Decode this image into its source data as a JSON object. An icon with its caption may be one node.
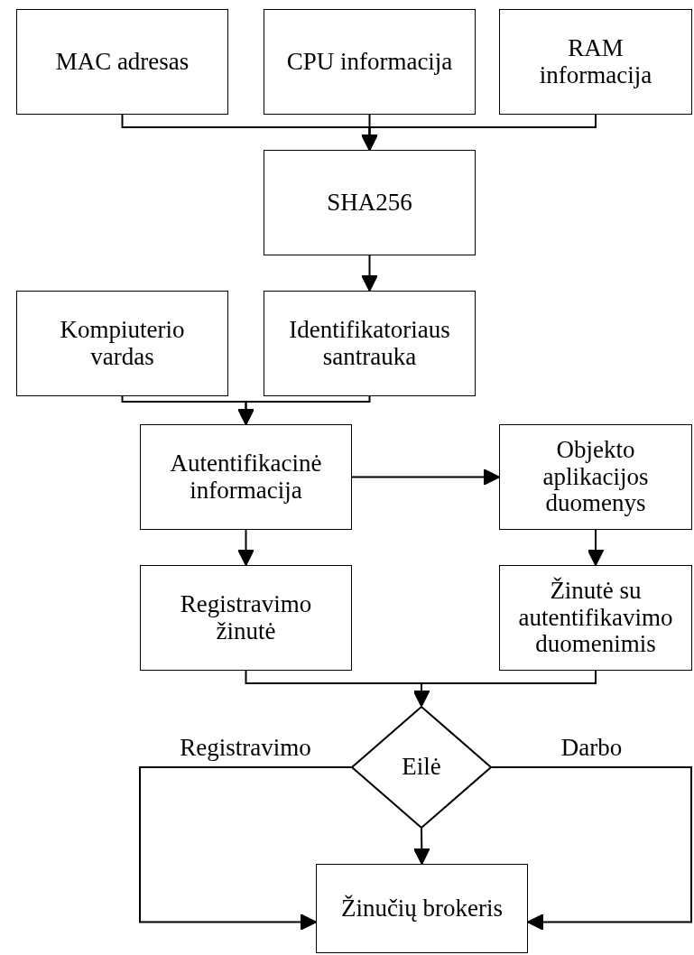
{
  "diagram": {
    "nodes": [
      {
        "text": [
          "MAC adresas"
        ]
      },
      {
        "text": [
          "CPU informacija"
        ]
      },
      {
        "text": [
          "RAM informacija"
        ]
      },
      {
        "text": [
          "SHA256"
        ]
      },
      {
        "text": [
          "Kompiuterio vardas"
        ]
      },
      {
        "text": [
          "Identifikatoriaus santrauka"
        ]
      },
      {
        "text": [
          "Autentifikacinė informacija"
        ]
      },
      {
        "text": [
          "Objekto aplikacijos duomenys"
        ]
      },
      {
        "text": [
          "Registravimo žinutė"
        ]
      },
      {
        "text": [
          "Žinutė su autentifikavimo duomenimis"
        ]
      },
      {
        "text": [
          "Eilė"
        ]
      },
      {
        "text": [
          "Žinučių brokeris"
        ]
      }
    ],
    "edges": [
      {
        "from": 0,
        "to": 3,
        "arrow": "to"
      },
      {
        "from": 1,
        "to": 3,
        "arrow": "to"
      },
      {
        "from": 2,
        "to": 3,
        "arrow": "to"
      },
      {
        "from": 3,
        "to": 5,
        "arrow": "to"
      },
      {
        "from": 4,
        "to": 6,
        "arrow": "to"
      },
      {
        "from": 5,
        "to": 6,
        "arrow": "to"
      },
      {
        "from": 6,
        "to": 7,
        "arrow": "to"
      },
      {
        "from": 6,
        "to": 8,
        "arrow": "to"
      },
      {
        "from": 7,
        "to": 9,
        "arrow": "to"
      },
      {
        "from": 8,
        "to": 10,
        "arrow": "to"
      },
      {
        "from": 9,
        "to": 10,
        "arrow": "to"
      },
      {
        "from": 10,
        "to": 11,
        "label": "Registravimo",
        "arrow": "to"
      },
      {
        "from": 10,
        "to": 11,
        "label": "Darbo",
        "arrow": "to"
      },
      {
        "from": 10,
        "to": 11,
        "arrow": "to"
      }
    ]
  }
}
